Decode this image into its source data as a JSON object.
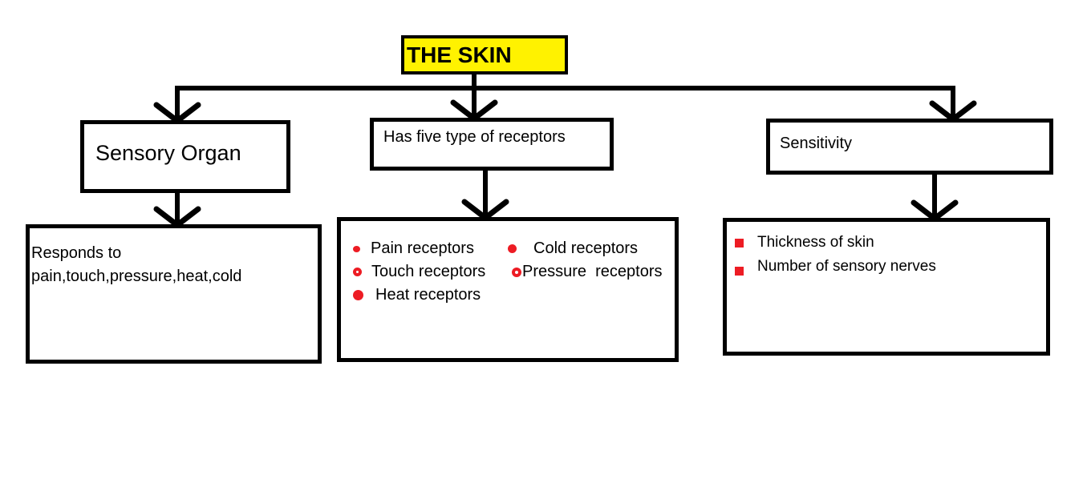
{
  "diagram": {
    "title": "THE SKIN",
    "branches": {
      "sensory": {
        "label": "Sensory Organ"
      },
      "receptors": {
        "label": "Has five type of receptors"
      },
      "sensitivity": {
        "label": "Sensitivity"
      }
    },
    "details": {
      "responds": {
        "line1": "Responds to",
        "line2": "pain,touch,pressure,heat,cold"
      },
      "receptor_types": {
        "col1": [
          "Pain receptors",
          "Touch receptors",
          "Heat receptors"
        ],
        "col2": [
          "Cold receptors",
          "Pressure  receptors"
        ]
      },
      "sensitivity_factors": [
        "Thickness of skin",
        "Number of sensory nerves"
      ]
    },
    "icons": {
      "receptor_bullet": "red-filled-circle",
      "receptor_bullet_ring": "red-circle-with-white-center",
      "sensitivity_bullet": "red-filled-square",
      "connector_arrow": "black-chevron-down-arrow"
    },
    "colors": {
      "title_bg": "#fff200",
      "bullet_red": "#ed1c24",
      "line_black": "#000000",
      "box_bg": "#ffffff"
    }
  }
}
